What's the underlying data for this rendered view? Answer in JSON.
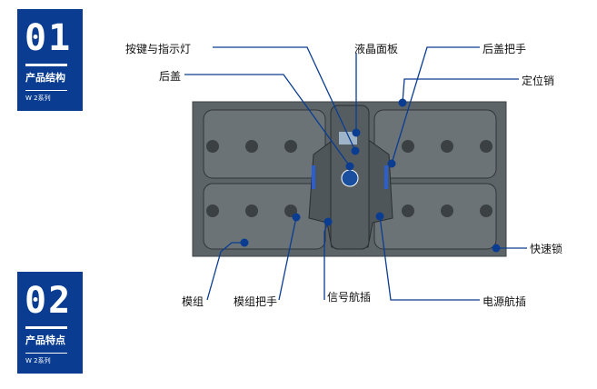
{
  "sections": [
    {
      "number": "01",
      "title": "产品结构",
      "series": "W 2系列"
    },
    {
      "number": "02",
      "title": "产品特点",
      "series": "W 2系列"
    }
  ],
  "callouts": {
    "buttons_indicator": "按键与指示灯",
    "back_cover": "后盖",
    "lcd_panel": "液晶面板",
    "back_cover_handle": "后盖把手",
    "locating_pin": "定位销",
    "quick_lock": "快速锁",
    "module": "模组",
    "module_handle": "模组把手",
    "signal_connector": "信号航插",
    "power_connector": "电源航插"
  },
  "colors": {
    "brand": "#0a3d91",
    "panel": "#5d6468"
  }
}
